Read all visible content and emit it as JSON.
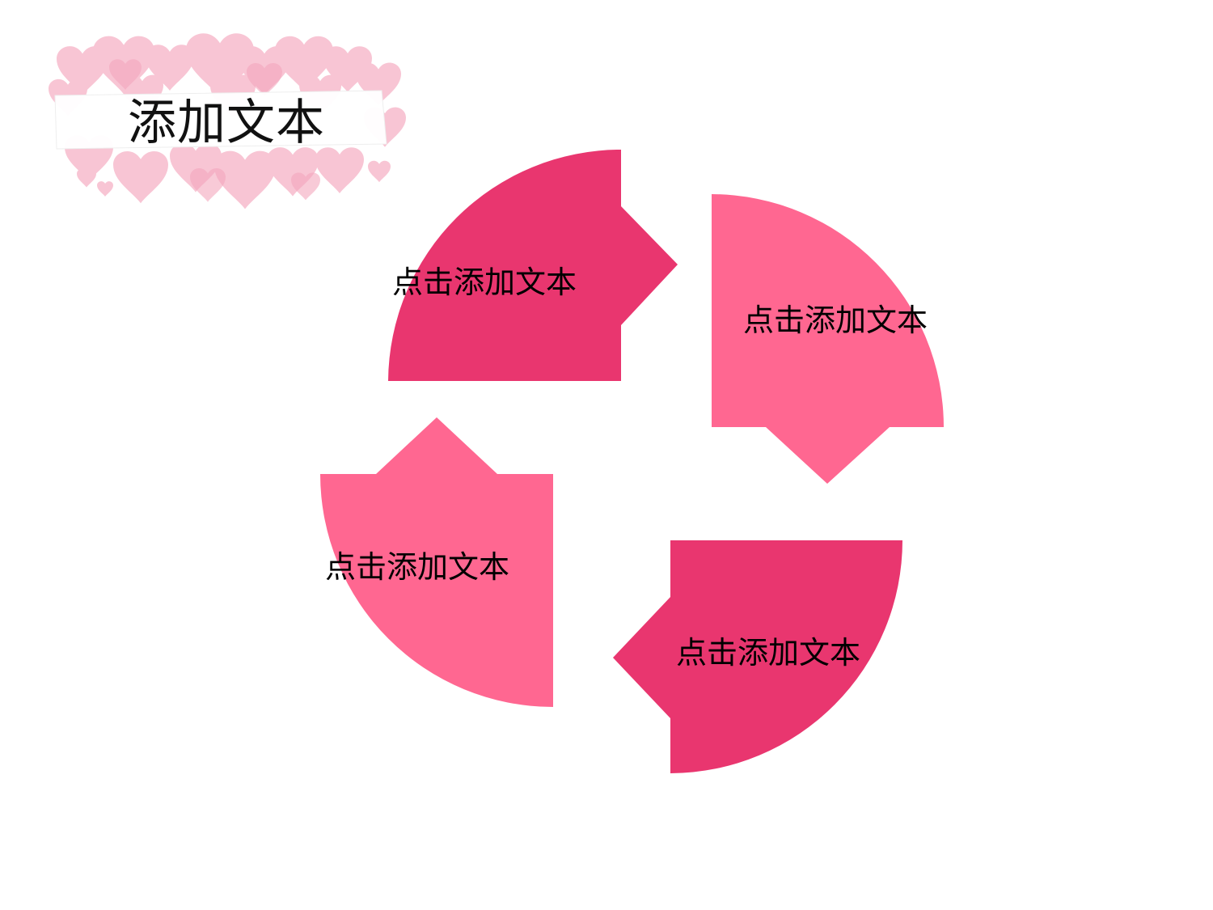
{
  "title": "添加文本",
  "colors": {
    "dark_pink": "#E9366F",
    "light_pink": "#FF6791",
    "heart_pink": "#F7BCCD",
    "banner_white": "#FFFFFF"
  },
  "segments": [
    {
      "label": "点击添加文本",
      "color": "dark_pink"
    },
    {
      "label": "点击添加文本",
      "color": "light_pink"
    },
    {
      "label": "点击添加文本",
      "color": "dark_pink"
    },
    {
      "label": "点击添加文本",
      "color": "light_pink"
    }
  ]
}
